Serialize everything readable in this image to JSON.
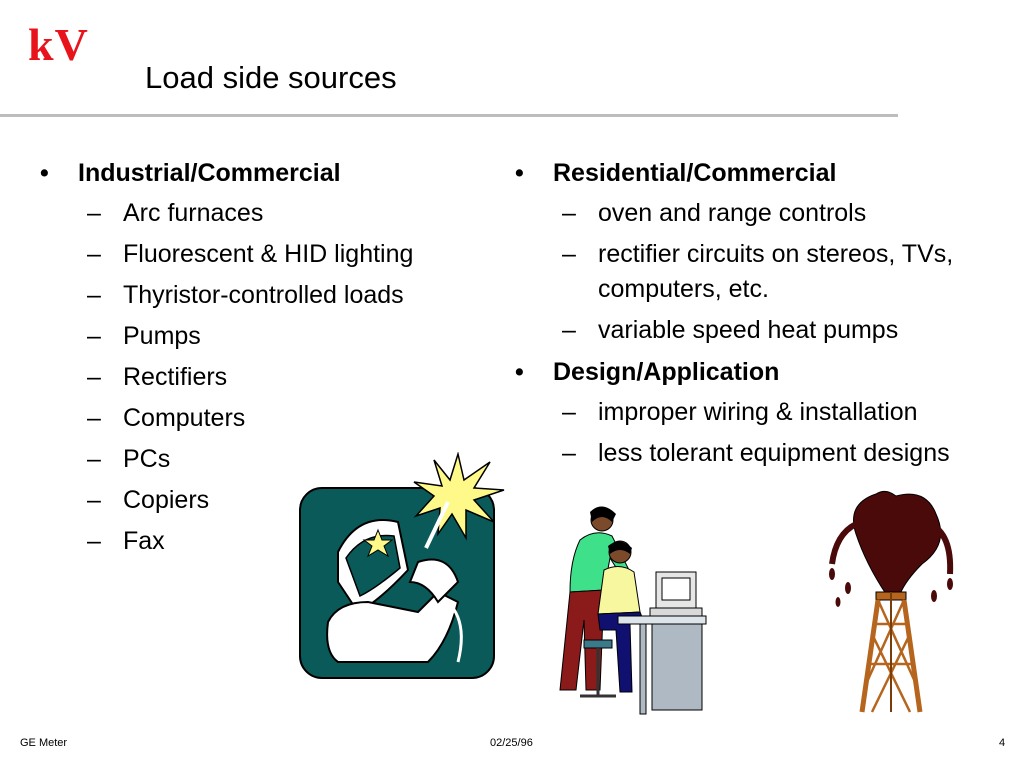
{
  "logo": "kV",
  "title": "Load side sources",
  "left_column": {
    "heading": "Industrial/Commercial",
    "items": [
      "Arc furnaces",
      "Fluorescent & HID lighting",
      "Thyristor-controlled loads",
      "Pumps",
      "Rectifiers",
      "Computers",
      "PCs",
      "Copiers",
      "Fax"
    ]
  },
  "right_column": {
    "sections": [
      {
        "heading": "Residential/Commercial",
        "items": [
          "oven and range controls",
          "rectifier circuits on stereos, TVs, computers, etc.",
          "variable speed heat pumps"
        ]
      },
      {
        "heading": "Design/Application",
        "items": [
          "improper wiring & installation",
          "less tolerant equipment designs"
        ]
      }
    ]
  },
  "bullet_marks": {
    "primary": "•",
    "secondary": "–"
  },
  "footer": {
    "left": "GE Meter",
    "center": "02/25/96",
    "right": "4"
  },
  "colors": {
    "logo": "#e8141b",
    "rule": "#bdbdbd",
    "welder_bg": "#0b5a5a",
    "oil": "#4a0a0a",
    "derrick": "#b5651d"
  },
  "icons": [
    "welder-clipart-icon",
    "office-workers-clipart-icon",
    "oil-derrick-clipart-icon"
  ]
}
